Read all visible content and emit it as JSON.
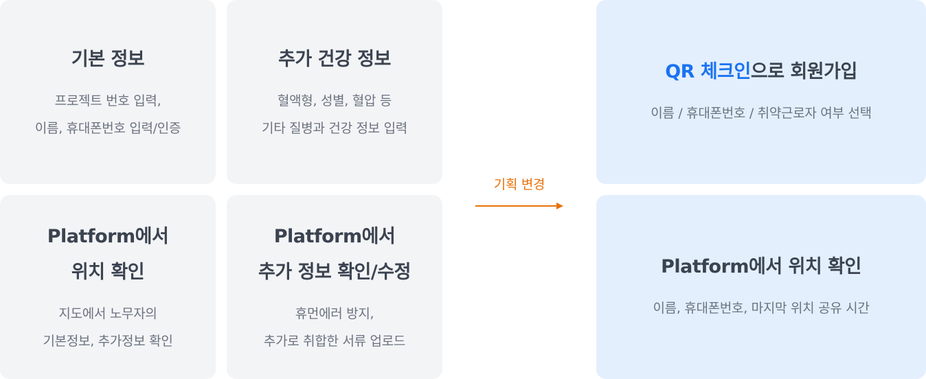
{
  "colors": {
    "card_before": "#f3f4f6",
    "card_after": "#e3effd",
    "title_text": "#3b4350",
    "desc_text": "#6b7380",
    "accent": "#1a73f0",
    "change": "#e8720c"
  },
  "before": {
    "basic_info": {
      "title": "기본 정보",
      "desc_line1": "프로젝트 번호 입력,",
      "desc_line2": "이름, 휴대폰번호 입력/인증"
    },
    "extra_health": {
      "title": "추가 건강 정보",
      "desc_line1": "혈액형, 성별, 혈압 등",
      "desc_line2": "기타 질병과 건강 정보 입력"
    },
    "platform_location": {
      "title_line1": "Platform에서",
      "title_line2": "위치 확인",
      "desc_line1": "지도에서 노무자의",
      "desc_line2": "기본정보, 추가정보 확인"
    },
    "platform_extra": {
      "title_line1": "Platform에서",
      "title_line2": "추가 정보 확인/수정",
      "desc_line1": "휴먼에러 방지,",
      "desc_line2": "추가로 취합한 서류 업로드"
    }
  },
  "change_label": "기획 변경",
  "after": {
    "qr_signup": {
      "title_highlight": "QR 체크인",
      "title_rest": "으로 회원가입",
      "desc": "이름 / 휴대폰번호 / 취약근로자 여부 선택"
    },
    "platform_location": {
      "title": "Platform에서 위치 확인",
      "desc": "이름, 휴대폰번호, 마지막 위치 공유 시간"
    }
  }
}
